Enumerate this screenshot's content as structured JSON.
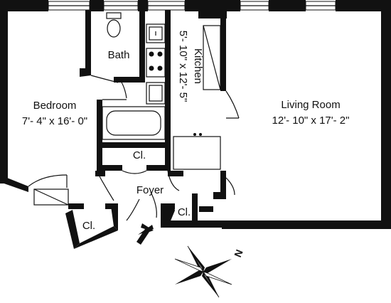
{
  "rooms": {
    "bedroom": {
      "name": "Bedroom",
      "dims": "7'- 4\" x 16'- 0\""
    },
    "bath": {
      "name": "Bath"
    },
    "kitchen": {
      "name": "Kitchen",
      "dims": "5'- 10\" x 12'- 5\""
    },
    "living_room": {
      "name": "Living Room",
      "dims": "12'- 10\" x 17'- 2\""
    },
    "foyer": {
      "name": "Foyer"
    },
    "closet_center": {
      "name": "Cl."
    },
    "closet_left": {
      "name": "Cl."
    },
    "closet_right": {
      "name": "Cl."
    }
  },
  "compass": {
    "north": "N"
  },
  "entry_arrow_icon": "arrow-up-icon"
}
